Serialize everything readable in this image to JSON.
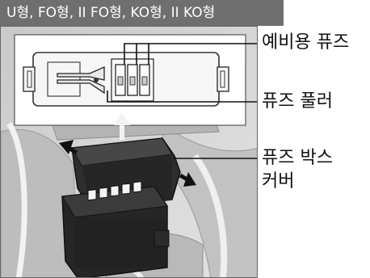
{
  "variant_label": "U형, FO형, II FO형, KO형, II KO형",
  "labels": {
    "spare_fuse": "예비용 퓨즈",
    "fuse_puller": "퓨즈 풀러",
    "fuse_box_cover_line1": "퓨즈 박스",
    "fuse_box_cover_line2": "커버"
  }
}
